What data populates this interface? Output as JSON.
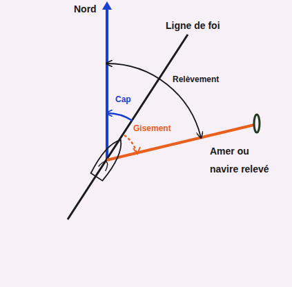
{
  "diagram": {
    "labels": [
      "Nord",
      "Ligne de foi",
      "Relèvement",
      "Cap",
      "Gisement",
      "Amer ou navire relevé"
    ]
  }
}
